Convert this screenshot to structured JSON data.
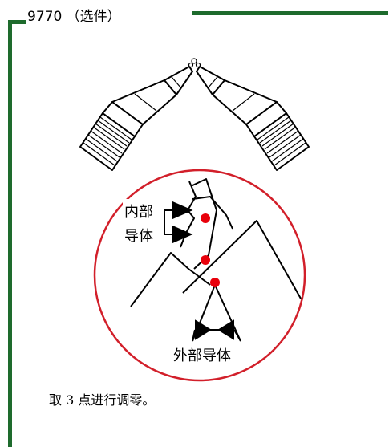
{
  "header": {
    "title": "9770 （选件）"
  },
  "diagram": {
    "inner_conductor_label_line1": "内部",
    "inner_conductor_label_line2": "导体",
    "outer_conductor_label": "外部导体"
  },
  "caption": "取 3 点进行调零。",
  "colors": {
    "frame": "#1e6b2d",
    "circle": "#d21f2a",
    "dot": "#e8000b"
  }
}
